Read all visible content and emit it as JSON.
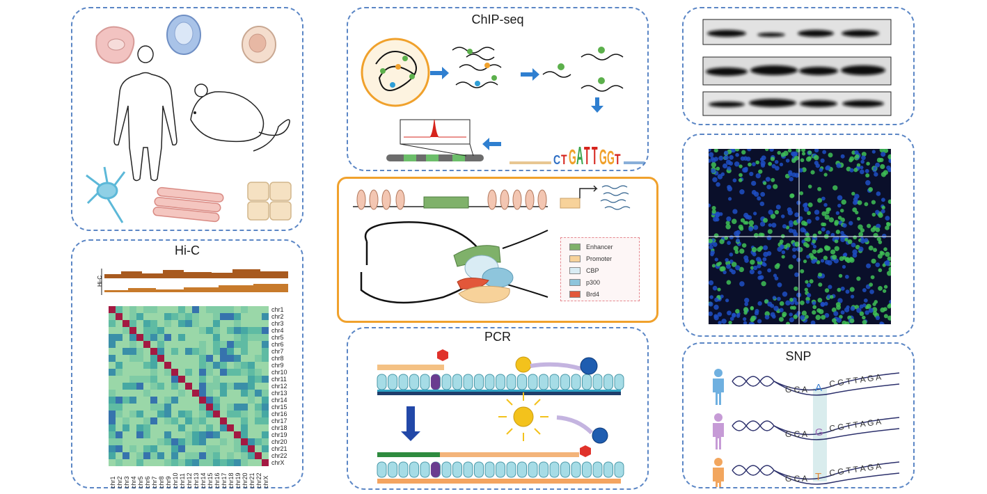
{
  "panels": {
    "hic": {
      "title": "Hi-C",
      "track_label": "Hi-C"
    },
    "chip": {
      "title": "ChIP-seq",
      "motif_letters": [
        "C",
        "T",
        "G",
        "A",
        "T",
        "T",
        "G",
        "G",
        "T"
      ]
    },
    "pcr": {
      "title": "PCR"
    },
    "snp": {
      "title": "SNP",
      "rows": [
        {
          "prefix": "G C A",
          "allele": "A",
          "suffix": "C G T T A G A",
          "allele_color": "#3b7fd1",
          "figure_color": "#6fb0e0"
        },
        {
          "prefix": "G C A",
          "allele": "G",
          "suffix": "C G T T A G A",
          "allele_color": "#9a6bb5",
          "figure_color": "#c69bd6"
        },
        {
          "prefix": "G C A",
          "allele": "T",
          "suffix": "C G T T A G A",
          "allele_color": "#e08a3a",
          "figure_color": "#f2a65e"
        }
      ]
    }
  },
  "legend": [
    {
      "label": "Enhancer",
      "color": "#7fb16a"
    },
    {
      "label": "Promoter",
      "color": "#f7d29a"
    },
    {
      "label": "CBP",
      "color": "#d9ecf4"
    },
    {
      "label": "p300",
      "color": "#8ec5dc"
    },
    {
      "label": "Brd4",
      "color": "#e2573a"
    }
  ],
  "chromosomes": [
    "chr1",
    "chr2",
    "chr3",
    "chr4",
    "chr5",
    "chr6",
    "chr7",
    "chr8",
    "chr9",
    "chr10",
    "chr11",
    "chr12",
    "chr13",
    "chr14",
    "chr15",
    "chr16",
    "chr17",
    "chr18",
    "chr19",
    "chr20",
    "chr21",
    "chr22",
    "chrX"
  ],
  "colors": {
    "panel_border": "#5b86c5",
    "accent_orange": "#f0a12c",
    "arrow_blue": "#2f7fd0",
    "heatmap_diag": "#a31942"
  }
}
